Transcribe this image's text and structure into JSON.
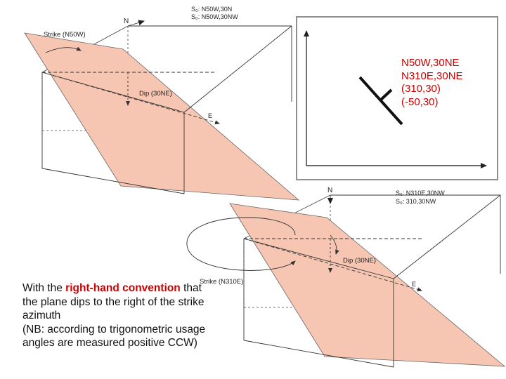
{
  "top_block": {
    "north_label": "N",
    "east_label": "E",
    "strike_label": "Strike (N50W)",
    "dip_label": "Dip (30NE)",
    "s0_line1": "S₀: N50W,30N",
    "s0_line2": "S₀: N50W,30NW"
  },
  "bottom_block": {
    "north_label": "N",
    "east_label": "E",
    "strike_label": "Strike (N310E)",
    "dip_label": "Dip (30NE)",
    "s0_line1": "S₀: N310E,30NW",
    "s0_line2": "S₀: 310,30NW"
  },
  "inset": {
    "notations": [
      "N50W,30NE",
      "N310E,30NE",
      "(310,30)",
      "(-50,30)"
    ]
  },
  "caption": {
    "part1": "With the ",
    "highlight": "right-hand convention",
    "part2": " that the plane dips to the right of the strike azimuth",
    "part3": "(NB: according to trigonometric usage angles are measured positive CCW)"
  },
  "colors": {
    "plane_fill": "#f7c6b2",
    "plane_stroke": "#555555",
    "inset_border": "#909090",
    "highlight": "#cc0000"
  }
}
